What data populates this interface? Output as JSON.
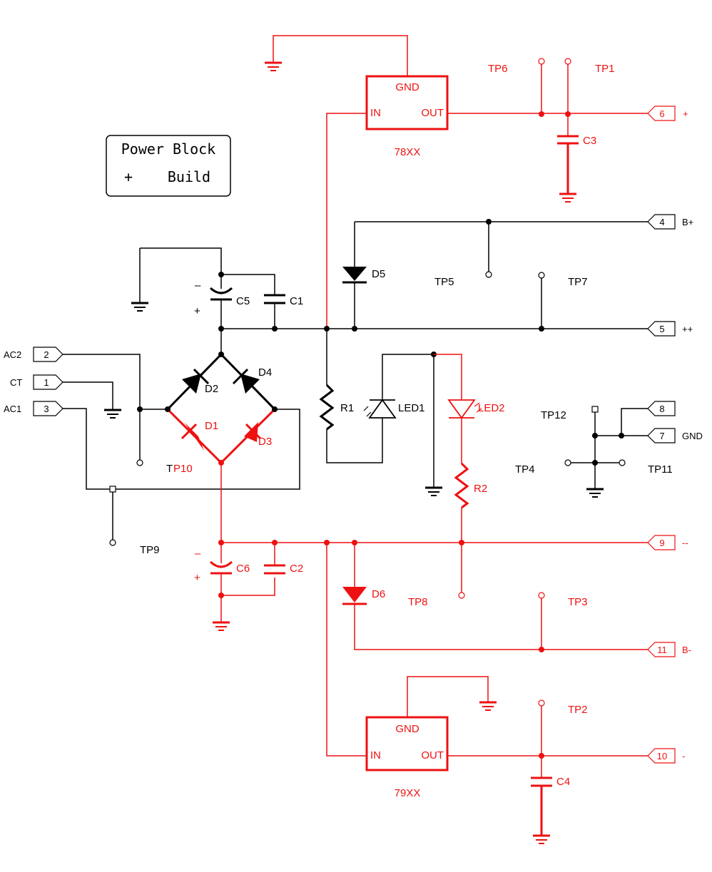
{
  "title_box": {
    "line1": "Power Block",
    "line2_left": "+",
    "line2_right": "Build"
  },
  "regulators": {
    "pos": {
      "name": "78XX",
      "gnd": "GND",
      "in": "IN",
      "out": "OUT"
    },
    "neg": {
      "name": "79XX",
      "gnd": "GND",
      "in": "IN",
      "out": "OUT"
    }
  },
  "connectors": [
    {
      "num": "2",
      "label": "AC2"
    },
    {
      "num": "1",
      "label": "CT"
    },
    {
      "num": "3",
      "label": "AC1"
    },
    {
      "num": "6",
      "label": "+"
    },
    {
      "num": "4",
      "label": "B+"
    },
    {
      "num": "5",
      "label": "++"
    },
    {
      "num": "8",
      "label": ""
    },
    {
      "num": "7",
      "label": "GND"
    },
    {
      "num": "9",
      "label": "--"
    },
    {
      "num": "11",
      "label": "B-"
    },
    {
      "num": "10",
      "label": "-"
    }
  ],
  "components": {
    "C1": "C1",
    "C2": "C2",
    "C3": "C3",
    "C4": "C4",
    "C5": "C5",
    "C6": "C6",
    "D1": "D1",
    "D2": "D2",
    "D3": "D3",
    "D4": "D4",
    "D5": "D5",
    "D6": "D6",
    "R1": "R1",
    "R2": "R2",
    "LED1": "LED1",
    "LED2": "LED2"
  },
  "testpoints": {
    "TP1": "TP1",
    "TP2": "TP2",
    "TP3": "TP3",
    "TP4": "TP4",
    "TP5": "TP5",
    "TP6": "TP6",
    "TP7": "TP7",
    "TP8": "TP8",
    "TP9": "TP9",
    "TP11": "TP11",
    "TP12": "TP12",
    "TP10_a": "T",
    "TP10_b": "P10"
  },
  "polarity": {
    "minus": "–",
    "plus": "+"
  },
  "colors": {
    "wire_red": "#ee1111",
    "wire_black": "#000000"
  }
}
